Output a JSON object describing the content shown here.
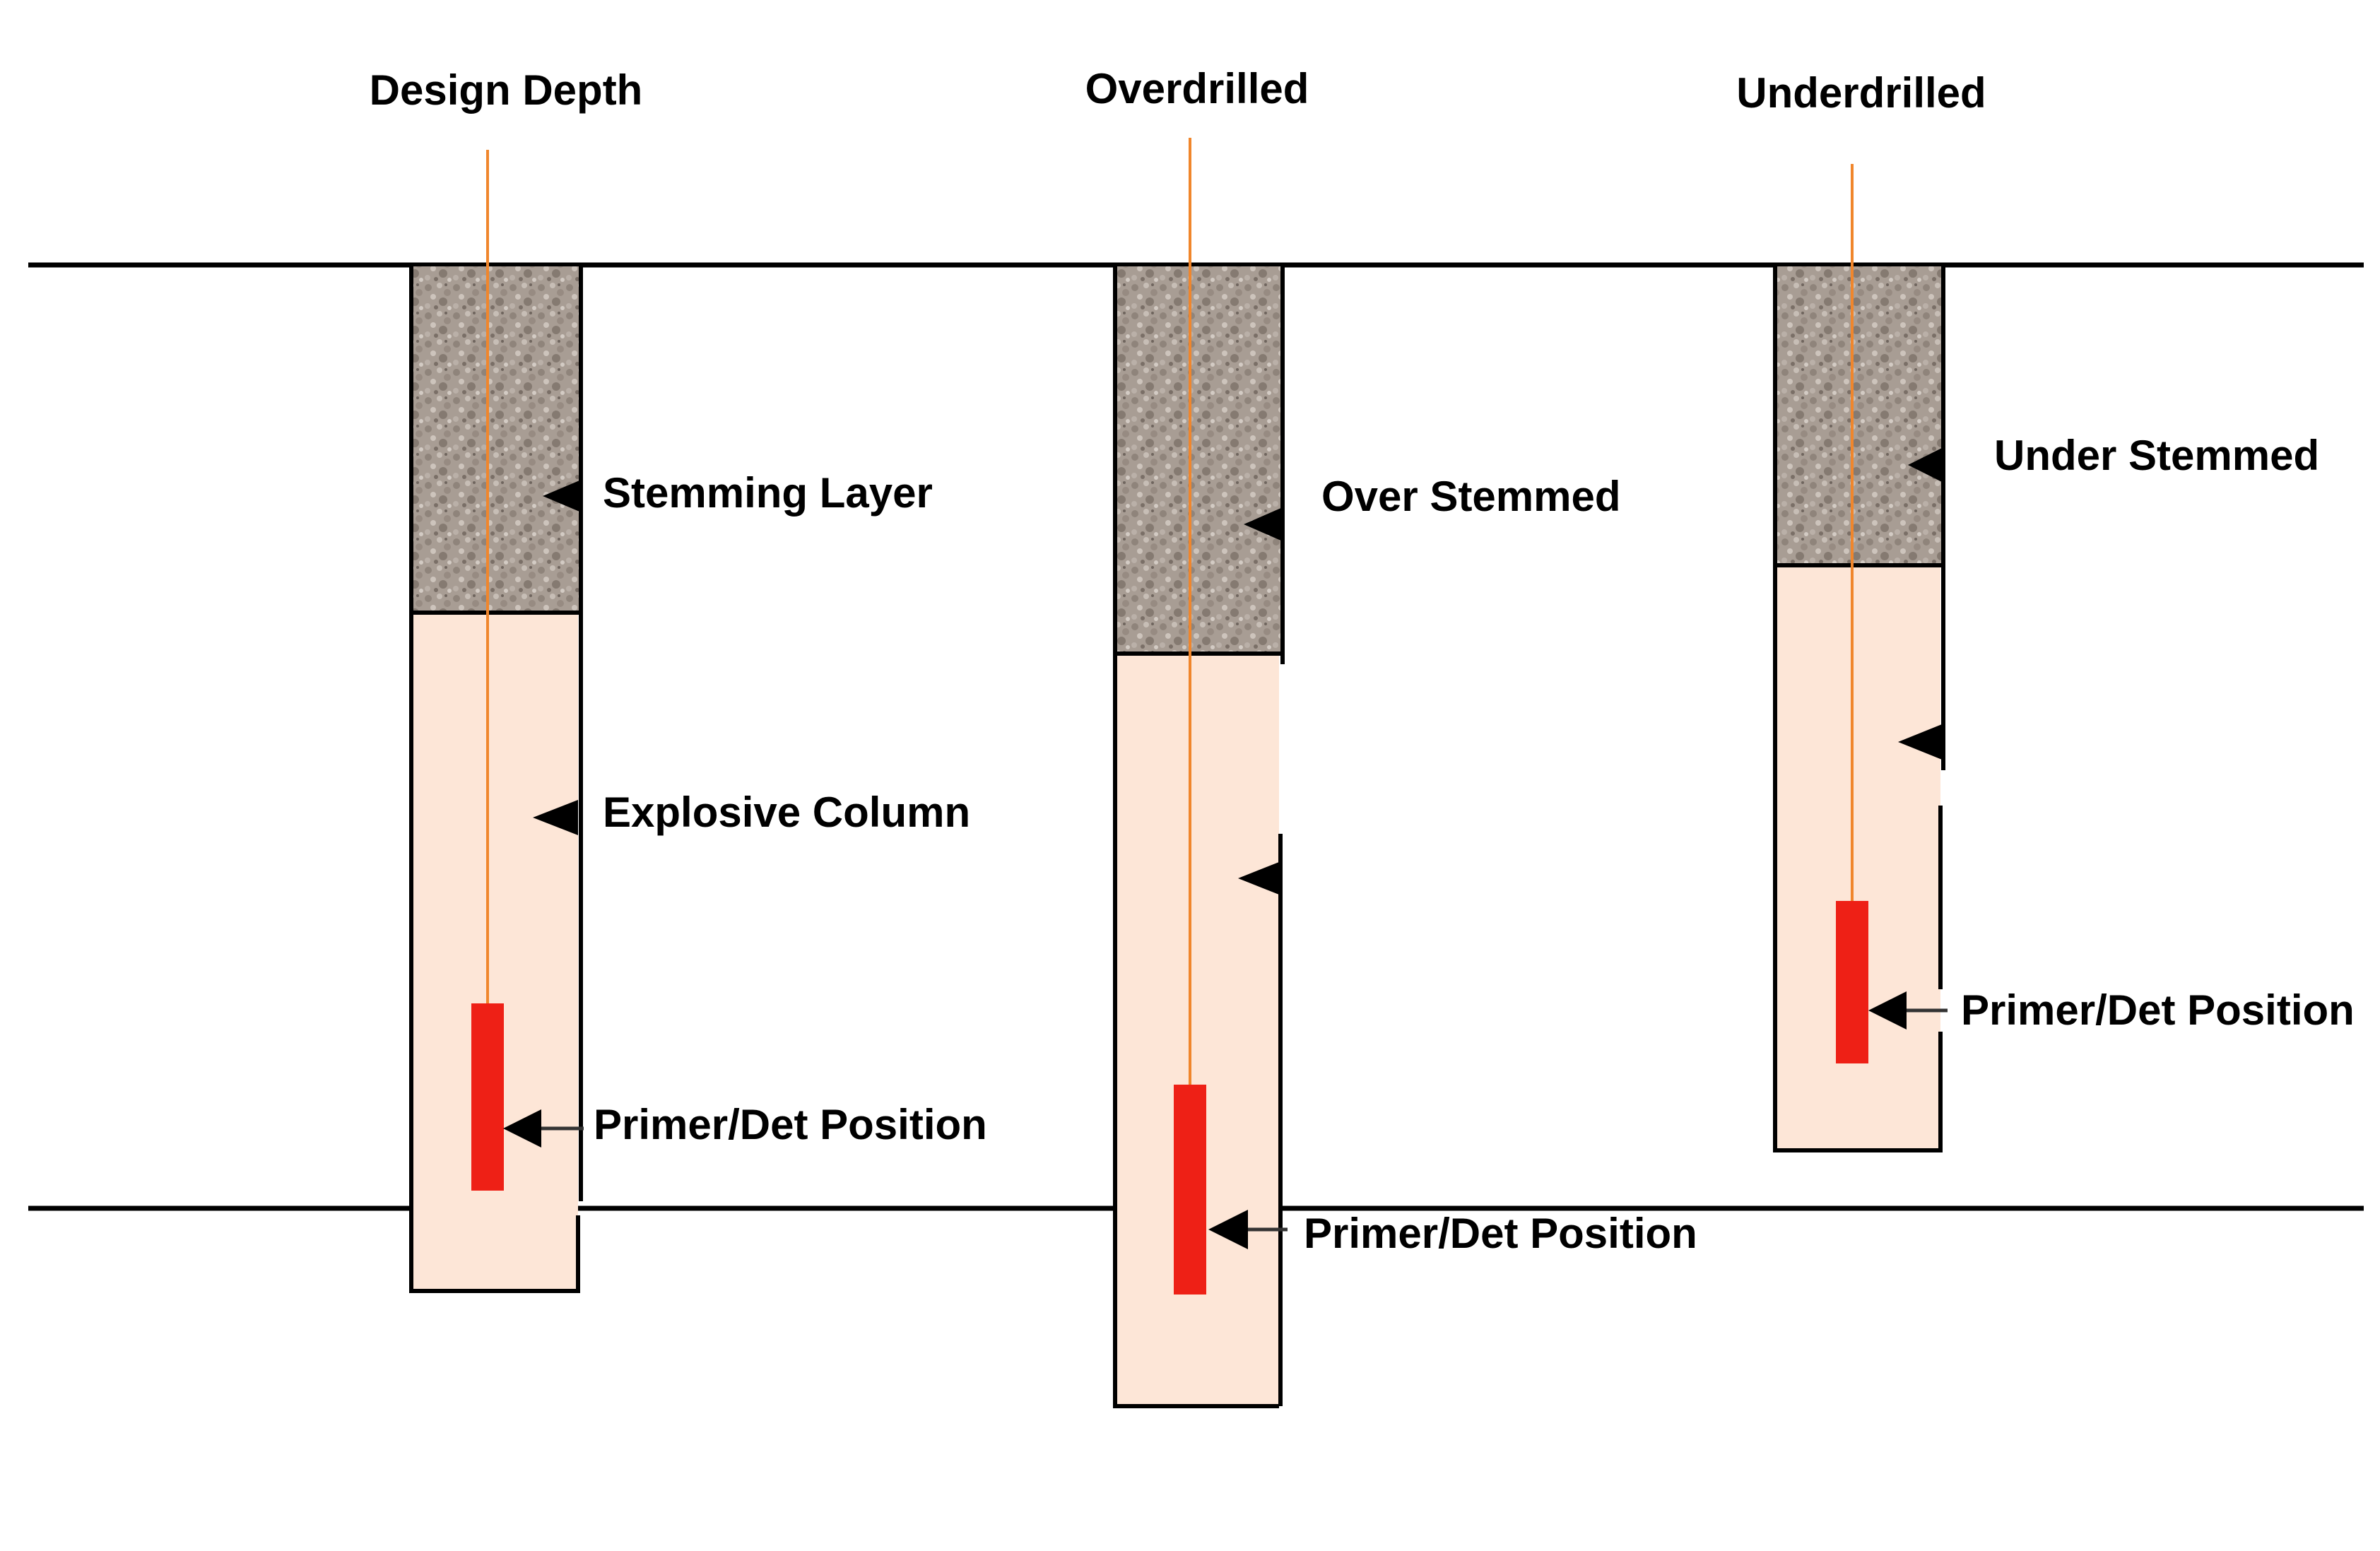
{
  "columns": [
    {
      "title": "Design Depth",
      "stemming_label": "Stemming Layer",
      "explosive_label": "Explosive Column",
      "primer_label": "Primer/Det Position"
    },
    {
      "title": "Overdrilled",
      "stemming_label": "Over Stemmed",
      "primer_label": "Primer/Det Position"
    },
    {
      "title": "Underdrilled",
      "stemming_label": "Under Stemmed",
      "primer_label": "Primer/Det Position"
    }
  ],
  "colors": {
    "stemming": "#a89d94",
    "explosive": "#fde6d7",
    "primer": "#ee2016",
    "detonator_line": "#f0862c",
    "outline": "#000000"
  }
}
